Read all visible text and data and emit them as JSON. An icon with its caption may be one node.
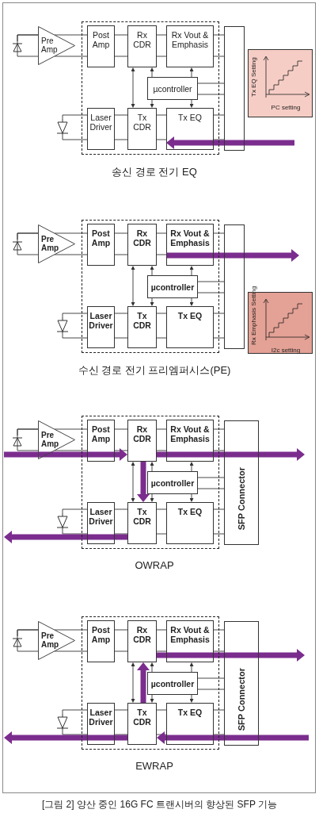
{
  "diagram": {
    "caption": "[그림 2] 양산 중인 16G FC 트랜시버의 향상된 SFP 기능",
    "nodes": [
      {
        "text": [],
        "shape": "diode"
      },
      {
        "text": [
          "Pre Amp"
        ]
      },
      {
        "text": [],
        "shape": "box"
      },
      {
        "text": [
          "Post Amp"
        ],
        "in": 2
      },
      {
        "text": [
          "Rx CDR"
        ],
        "in": 2
      },
      {
        "text": [
          "Rx Vout & Emphasis"
        ],
        "in": 2
      },
      {
        "text": [
          "µcontroller"
        ],
        "in": 2
      },
      {
        "text": [
          "Laser Driver"
        ],
        "in": 2
      },
      {
        "text": [
          "Tx CDR"
        ],
        "in": 2
      },
      {
        "text": [
          "Tx EQ"
        ],
        "in": 2
      },
      {
        "text": [],
        "shape": "diode"
      },
      {
        "text": [],
        "shape": "box"
      },
      {
        "text": [
          "Tx EQ Setting",
          "PC setting"
        ]
      },
      {
        "text": [],
        "shape": "diode"
      },
      {
        "text": [
          "Pre Amp"
        ]
      },
      {
        "text": [],
        "shape": "box"
      },
      {
        "text": [
          "Post Amp"
        ],
        "in": 15
      },
      {
        "text": [
          "Rx CDR"
        ],
        "in": 15
      },
      {
        "text": [
          "Rx Vout & Emphasis"
        ],
        "in": 15
      },
      {
        "text": [
          "µcontroller"
        ],
        "in": 15
      },
      {
        "text": [
          "Laser Driver"
        ],
        "in": 15
      },
      {
        "text": [
          "Tx CDR"
        ],
        "in": 15
      },
      {
        "text": [
          "Tx EQ"
        ],
        "in": 15
      },
      {
        "text": [],
        "shape": "diode"
      },
      {
        "text": [],
        "shape": "box"
      },
      {
        "text": [
          "Rx Emphasis Setting",
          "I2c setting"
        ]
      },
      {
        "text": [],
        "shape": "diode"
      },
      {
        "text": [
          "Pre Amp"
        ]
      },
      {
        "text": [],
        "shape": "box"
      },
      {
        "text": [
          "Post Amp"
        ],
        "in": 28
      },
      {
        "text": [
          "Rx CDR"
        ],
        "in": 28
      },
      {
        "text": [
          "Rx Vout & Emphasis"
        ],
        "in": 28
      },
      {
        "text": [
          "µcontroller"
        ],
        "in": 28
      },
      {
        "text": [
          "Laser Driver"
        ],
        "in": 28
      },
      {
        "text": [
          "Tx CDR"
        ],
        "in": 28
      },
      {
        "text": [
          "Tx EQ"
        ],
        "in": 28
      },
      {
        "text": [],
        "shape": "diode"
      },
      {
        "text": [
          "SFP Connector"
        ]
      },
      {
        "text": [],
        "shape": "diode"
      },
      {
        "text": [
          "Pre Amp"
        ]
      },
      {
        "text": [],
        "shape": "box"
      },
      {
        "text": [
          "Post Amp"
        ],
        "in": 40
      },
      {
        "text": [
          "Rx CDR"
        ],
        "in": 40
      },
      {
        "text": [
          "Rx Vout & Emphasis"
        ],
        "in": 40
      },
      {
        "text": [
          "µcontroller"
        ],
        "in": 40
      },
      {
        "text": [
          "Laser Driver"
        ],
        "in": 40
      },
      {
        "text": [
          "Tx CDR"
        ],
        "in": 40
      },
      {
        "text": [
          "Tx EQ"
        ],
        "in": 40
      },
      {
        "text": [],
        "shape": "diode"
      },
      {
        "text": [
          "SFP Connector"
        ]
      }
    ],
    "edges": [
      {
        "from": 0,
        "to": 1,
        "arrow": "none"
      },
      {
        "from": 1,
        "to": 3,
        "arrow": "none"
      },
      {
        "from": 3,
        "to": 4,
        "arrow": "none"
      },
      {
        "from": 4,
        "to": 5,
        "arrow": "none"
      },
      {
        "from": 5,
        "to": 11,
        "arrow": "none"
      },
      {
        "from": 4,
        "to": 8,
        "arrow": "both"
      },
      {
        "from": 6,
        "to": 4,
        "arrow": "to"
      },
      {
        "from": 6,
        "to": 5,
        "arrow": "to"
      },
      {
        "from": 6,
        "to": 8,
        "arrow": "to"
      },
      {
        "from": 6,
        "to": 9,
        "arrow": "to"
      },
      {
        "from": 6,
        "to": 11,
        "arrow": "none"
      },
      {
        "from": 8,
        "to": 9,
        "arrow": "none"
      },
      {
        "from": 7,
        "to": 8,
        "arrow": "none"
      },
      {
        "from": 7,
        "to": 10,
        "arrow": "none"
      },
      {
        "from": 9,
        "to": 11,
        "arrow": "none"
      },
      {
        "from": null,
        "to": 9,
        "arrow": "to",
        "style": "thick",
        "color": "#7b2d8e"
      },
      {
        "from": 13,
        "to": 14,
        "arrow": "none"
      },
      {
        "from": 14,
        "to": 16,
        "arrow": "none"
      },
      {
        "from": 16,
        "to": 17,
        "arrow": "none"
      },
      {
        "from": 17,
        "to": 18,
        "arrow": "none"
      },
      {
        "from": 18,
        "to": 24,
        "arrow": "none"
      },
      {
        "from": 17,
        "to": 21,
        "arrow": "both"
      },
      {
        "from": 19,
        "to": 17,
        "arrow": "to"
      },
      {
        "from": 19,
        "to": 18,
        "arrow": "to"
      },
      {
        "from": 19,
        "to": 21,
        "arrow": "to"
      },
      {
        "from": 19,
        "to": 22,
        "arrow": "to"
      },
      {
        "from": 19,
        "to": 24,
        "arrow": "none"
      },
      {
        "from": 21,
        "to": 22,
        "arrow": "none"
      },
      {
        "from": 20,
        "to": 21,
        "arrow": "none"
      },
      {
        "from": 20,
        "to": 23,
        "arrow": "none"
      },
      {
        "from": 22,
        "to": 24,
        "arrow": "none"
      },
      {
        "from": 18,
        "to": null,
        "arrow": "to",
        "style": "thick",
        "color": "#7b2d8e"
      },
      {
        "from": 26,
        "to": 27,
        "arrow": "none"
      },
      {
        "from": 27,
        "to": 29,
        "arrow": "none"
      },
      {
        "from": 29,
        "to": 30,
        "arrow": "none"
      },
      {
        "from": 30,
        "to": 31,
        "arrow": "none"
      },
      {
        "from": 31,
        "to": 37,
        "arrow": "none"
      },
      {
        "from": 30,
        "to": 34,
        "arrow": "both"
      },
      {
        "from": 32,
        "to": 30,
        "arrow": "to"
      },
      {
        "from": 32,
        "to": 31,
        "arrow": "to"
      },
      {
        "from": 32,
        "to": 34,
        "arrow": "to"
      },
      {
        "from": 32,
        "to": 35,
        "arrow": "to"
      },
      {
        "from": 32,
        "to": 37,
        "arrow": "none"
      },
      {
        "from": 34,
        "to": 35,
        "arrow": "none"
      },
      {
        "from": 33,
        "to": 34,
        "arrow": "none"
      },
      {
        "from": 33,
        "to": 36,
        "arrow": "none"
      },
      {
        "from": 35,
        "to": 37,
        "arrow": "none"
      },
      {
        "from": null,
        "to": 30,
        "arrow": "to",
        "style": "thick",
        "color": "#7b2d8e"
      },
      {
        "from": 30,
        "to": null,
        "arrow": "to",
        "style": "thick",
        "color": "#7b2d8e"
      },
      {
        "from": 30,
        "to": 34,
        "arrow": "to",
        "style": "thick",
        "color": "#7b2d8e"
      },
      {
        "from": 34,
        "to": null,
        "arrow": "to",
        "style": "thick",
        "color": "#7b2d8e"
      },
      {
        "from": 38,
        "to": 39,
        "arrow": "none"
      },
      {
        "from": 39,
        "to": 41,
        "arrow": "none"
      },
      {
        "from": 41,
        "to": 42,
        "arrow": "none"
      },
      {
        "from": 42,
        "to": 43,
        "arrow": "none"
      },
      {
        "from": 43,
        "to": 49,
        "arrow": "none"
      },
      {
        "from": 42,
        "to": 46,
        "arrow": "both"
      },
      {
        "from": 44,
        "to": 42,
        "arrow": "to"
      },
      {
        "from": 44,
        "to": 43,
        "arrow": "to"
      },
      {
        "from": 44,
        "to": 46,
        "arrow": "to"
      },
      {
        "from": 44,
        "to": 47,
        "arrow": "to"
      },
      {
        "from": 44,
        "to": 49,
        "arrow": "none"
      },
      {
        "from": 46,
        "to": 47,
        "arrow": "none"
      },
      {
        "from": 45,
        "to": 46,
        "arrow": "none"
      },
      {
        "from": 45,
        "to": 48,
        "arrow": "none"
      },
      {
        "from": 47,
        "to": 49,
        "arrow": "none"
      },
      {
        "from": null,
        "to": 46,
        "arrow": "to",
        "style": "thick",
        "color": "#7b2d8e"
      },
      {
        "from": 46,
        "to": 42,
        "arrow": "to",
        "style": "thick",
        "color": "#7b2d8e"
      },
      {
        "from": 42,
        "to": null,
        "arrow": "to",
        "style": "thick",
        "color": "#7b2d8e"
      },
      {
        "from": 46,
        "to": null,
        "arrow": "to",
        "style": "thick",
        "color": "#7b2d8e"
      }
    ],
    "labels": [
      "송신 경로 전기 EQ",
      "수신 경로 전기 프리엠퍼시스(PE)",
      "OWRAP",
      "EWRAP"
    ]
  }
}
